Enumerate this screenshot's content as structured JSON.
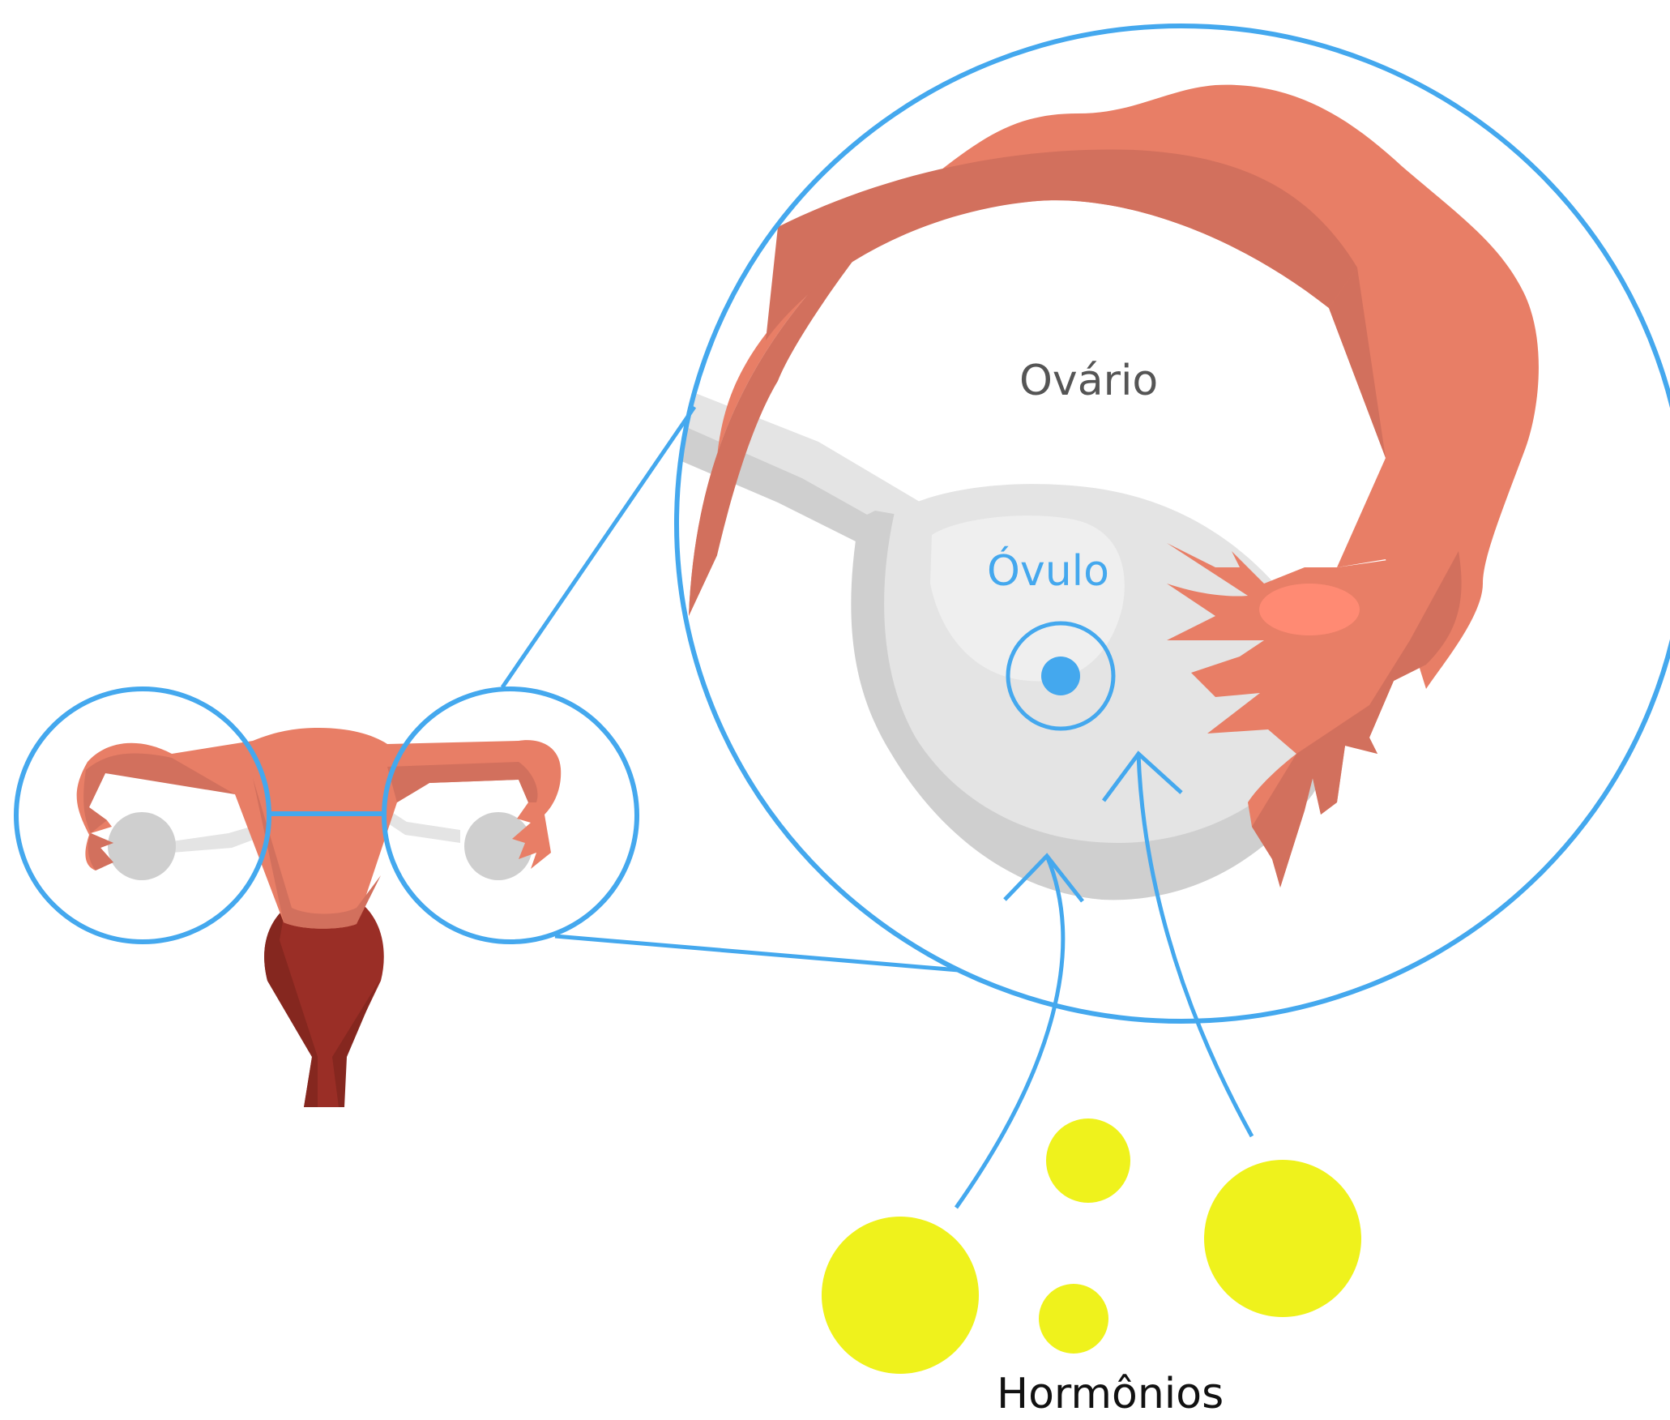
{
  "labels": {
    "ovario": "Ovário",
    "ovulo": "Óvulo",
    "hormonios": "Hormônios"
  },
  "colors": {
    "tube": "#e87e66",
    "tube_dark": "#d2705d",
    "fimbria_light": "#ff8a73",
    "cervix": "#9a2e26",
    "cervix_dark": "#85271f",
    "ovary": "#e4e4e4",
    "ovary_shadow": "#cfcfcf",
    "ovary_highlight": "#efefef",
    "outline_blue": "#44a8ee",
    "hormone": "#eff21c"
  },
  "icons": {
    "uterus": "uterus-icon",
    "ovum": "ovum-icon",
    "hormone": "hormone-icon"
  }
}
